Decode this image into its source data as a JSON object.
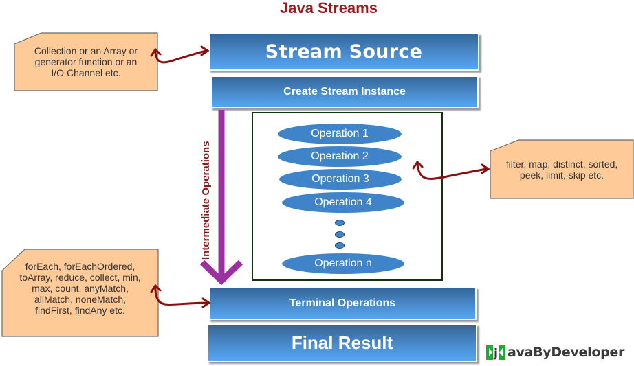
{
  "title": "Java Streams",
  "stages": {
    "source": "Stream Source",
    "create": "Create Stream Instance",
    "terminal": "Terminal Operations",
    "final": "Final Result"
  },
  "intermediate_label": "Intermediate Operations",
  "operations": [
    "Operation 1",
    "Operation 2",
    "Operation 3",
    "Operation 4",
    "Operation n"
  ],
  "notes": {
    "source": "Collection or an Array or\ngenerator function or an\nI/O Channel etc.",
    "intermediate": "filter, map, distinct, sorted,\npeek, limit, skip etc.",
    "terminal": "forEach, forEachOrdered,\ntoArray, reduce, collect, min,\nmax, count, anyMatch,\nallMatch, noneMatch,\nfindFirst, findAny etc."
  },
  "logo": {
    "mark": "j",
    "text": "avaByDeveloper"
  },
  "colors": {
    "title": "#9b1b1b",
    "bar_top": "#346798",
    "bar_bottom": "#54a6f2",
    "note_fill": "#fdca98",
    "arrow": "#8b0f0f",
    "intermediate_arrow": "#9b30a0",
    "ops_border": "#0e330e",
    "ellipse": "#3f84c8",
    "logo_green": "#22a83a"
  }
}
